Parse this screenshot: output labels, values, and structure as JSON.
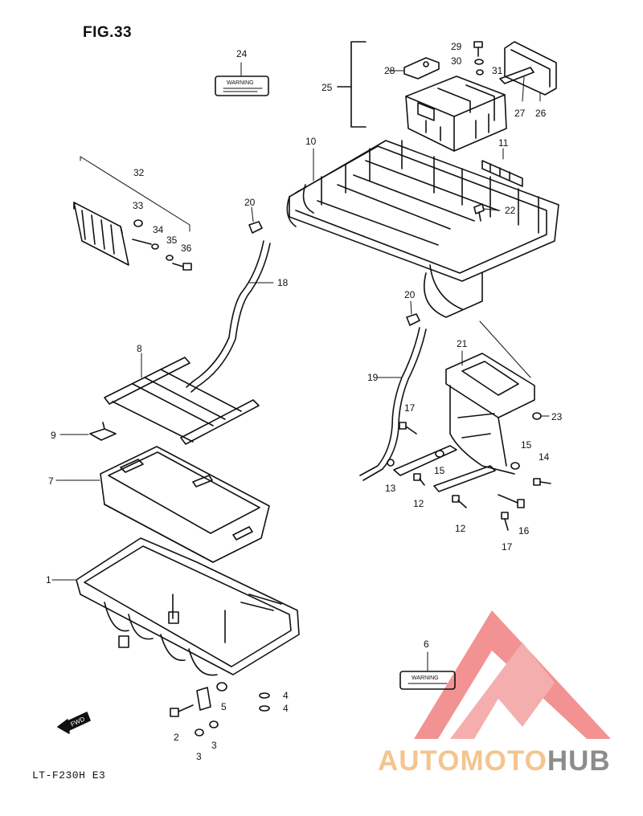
{
  "figure": {
    "title": "FIG.33",
    "model": "LT-F230H E3"
  },
  "labels": {
    "warning": "WARNING",
    "fwd": "FWD",
    "callouts": [
      "1",
      "2",
      "3",
      "3",
      "4",
      "4",
      "5",
      "6",
      "7",
      "8",
      "9",
      "10",
      "11",
      "12",
      "12",
      "13",
      "14",
      "15",
      "15",
      "16",
      "17",
      "17",
      "18",
      "19",
      "20",
      "20",
      "21",
      "22",
      "23",
      "24",
      "25",
      "26",
      "27",
      "28",
      "29",
      "30",
      "31",
      "32",
      "33",
      "34",
      "35",
      "36"
    ]
  },
  "watermark": {
    "part_a": "AUTOMOTO",
    "part_b": "HUB",
    "logo_color": "#f08080",
    "text_color_a": "#f4c58e",
    "text_color_b": "#8c8c8c"
  }
}
